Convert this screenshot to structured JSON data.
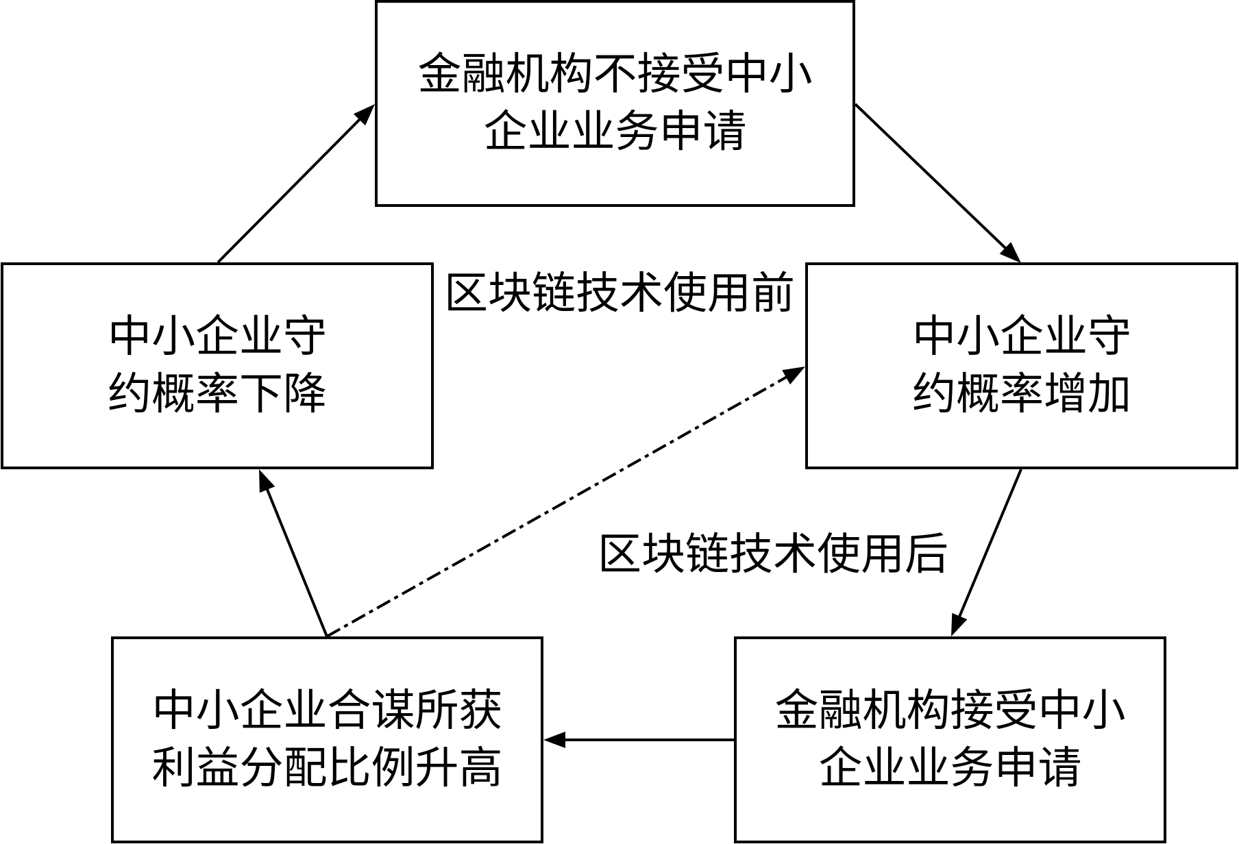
{
  "diagram": {
    "nodes": [
      {
        "id": "reject",
        "lines": [
          "金融机构不接受中小",
          "企业业务申请"
        ]
      },
      {
        "id": "compliance-down",
        "lines": [
          "中小企业守",
          "约概率下降"
        ]
      },
      {
        "id": "compliance-up",
        "lines": [
          "中小企业守",
          "约概率增加"
        ]
      },
      {
        "id": "collusion-share-up",
        "lines": [
          "中小企业合谋所获",
          "利益分配比例升高"
        ]
      },
      {
        "id": "accept",
        "lines": [
          "金融机构接受中小",
          "企业业务申请"
        ]
      }
    ],
    "labels": {
      "before": "区块链技术使用前",
      "after": "区块链技术使用后"
    },
    "edges": [
      {
        "from": "compliance-down",
        "to": "reject",
        "style": "solid"
      },
      {
        "from": "reject",
        "to": "compliance-up",
        "style": "solid"
      },
      {
        "from": "compliance-up",
        "to": "accept",
        "style": "solid"
      },
      {
        "from": "accept",
        "to": "collusion-share-up",
        "style": "solid"
      },
      {
        "from": "collusion-share-up",
        "to": "compliance-down",
        "style": "solid"
      },
      {
        "from": "collusion-share-up",
        "to": "compliance-up",
        "style": "dash-dot"
      }
    ],
    "colors": {
      "stroke": "#000000",
      "background": "#ffffff"
    }
  }
}
